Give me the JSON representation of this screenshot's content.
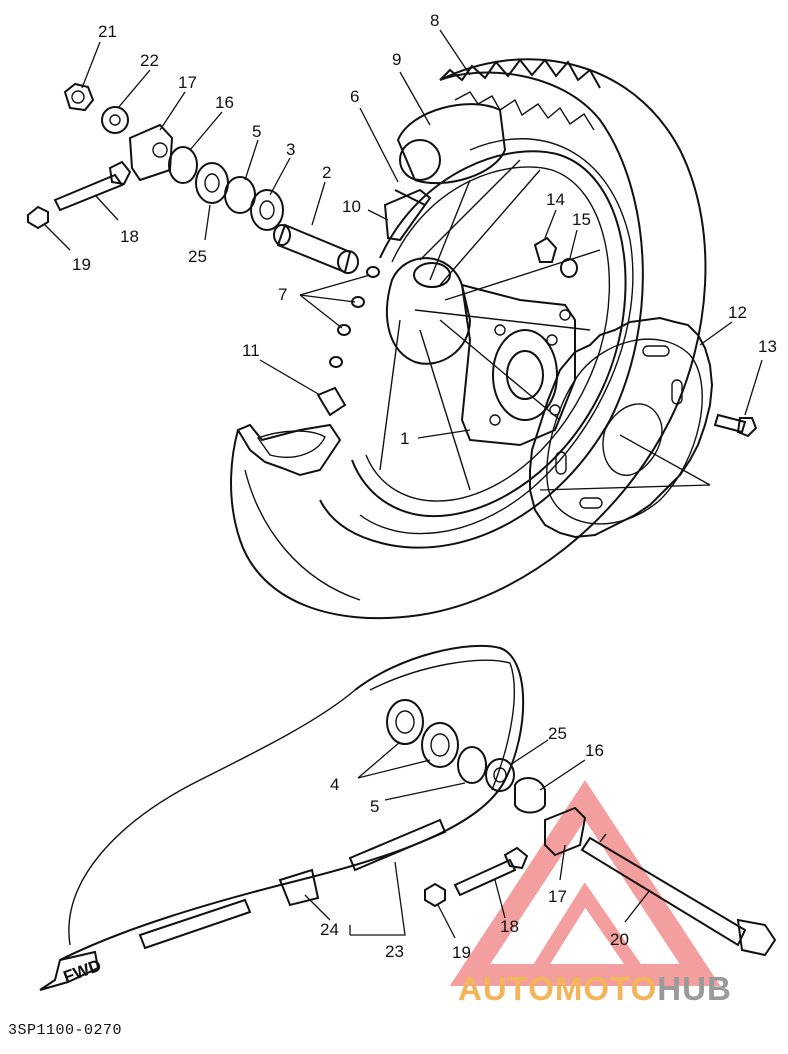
{
  "diagram_code": "3SP1100-0270",
  "fwd_label": "FWD",
  "watermark": {
    "part1": "AUTOMOTO",
    "part2": "HUB",
    "colors": {
      "triangle": "#f08080",
      "part1": "#f4b45a",
      "part2": "#9a9a9a"
    }
  },
  "callouts": {
    "c1": "1",
    "c2": "2",
    "c3": "3",
    "c4": "4",
    "c5": "5",
    "c5b": "5",
    "c6": "6",
    "c7": "7",
    "c8": "8",
    "c9": "9",
    "c10": "10",
    "c11": "11",
    "c12": "12",
    "c13": "13",
    "c14": "14",
    "c15": "15",
    "c16": "16",
    "c16b": "16",
    "c17": "17",
    "c17b": "17",
    "c18": "18",
    "c18b": "18",
    "c19": "19",
    "c19b": "19",
    "c20": "20",
    "c21": "21",
    "c22": "22",
    "c23": "23",
    "c24": "24",
    "c25": "25",
    "c25b": "25"
  }
}
